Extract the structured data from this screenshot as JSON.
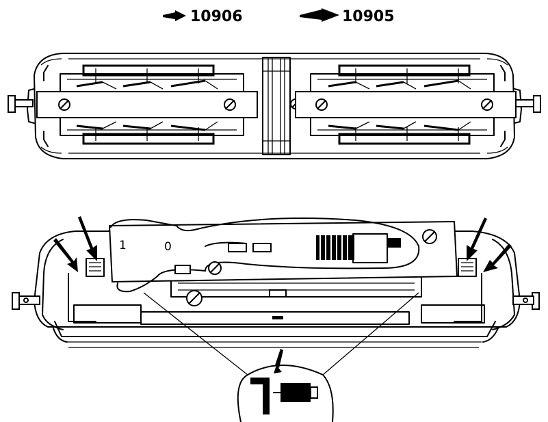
{
  "labels": {
    "left_number": "10906",
    "right_number": "10905"
  },
  "board_marks": {
    "digit_one": "1",
    "digit_zero": "0"
  },
  "icons": {
    "left_arrow": "arrow-right-icon",
    "right_arrow": "arrow-right-icon",
    "screw": "screw-icon"
  },
  "colors": {
    "ink": "#000000",
    "paper": "#ffffff"
  }
}
